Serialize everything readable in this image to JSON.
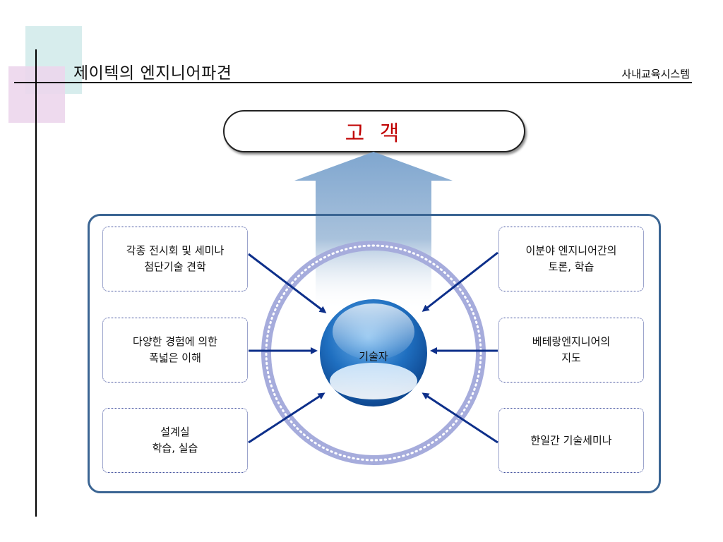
{
  "header": {
    "title": "제이텍의 엔지니어파견",
    "subtitle": "사내교육시스템"
  },
  "customer": {
    "label": "고 객"
  },
  "center": {
    "label": "기술자"
  },
  "sources": {
    "left": [
      {
        "line1": "각종 전시회 및 세미나",
        "line2": "첨단기술 견학"
      },
      {
        "line1": "다양한 경험에 의한",
        "line2": "폭넓은 이해"
      },
      {
        "line1": "설계실",
        "line2": "학습, 실습"
      }
    ],
    "right": [
      {
        "line1": "이분야 엔지니어간의",
        "line2": "토론, 학습"
      },
      {
        "line1": "베테랑엔지니어의",
        "line2": "지도"
      },
      {
        "line1": "한일간 기술세미나",
        "line2": ""
      }
    ]
  },
  "colors": {
    "frame": "#3b6593",
    "arrow": "#0d2f8a",
    "ring": "#a6acdc",
    "customer_text": "#c00000",
    "sphere": "#1f6fc0"
  }
}
